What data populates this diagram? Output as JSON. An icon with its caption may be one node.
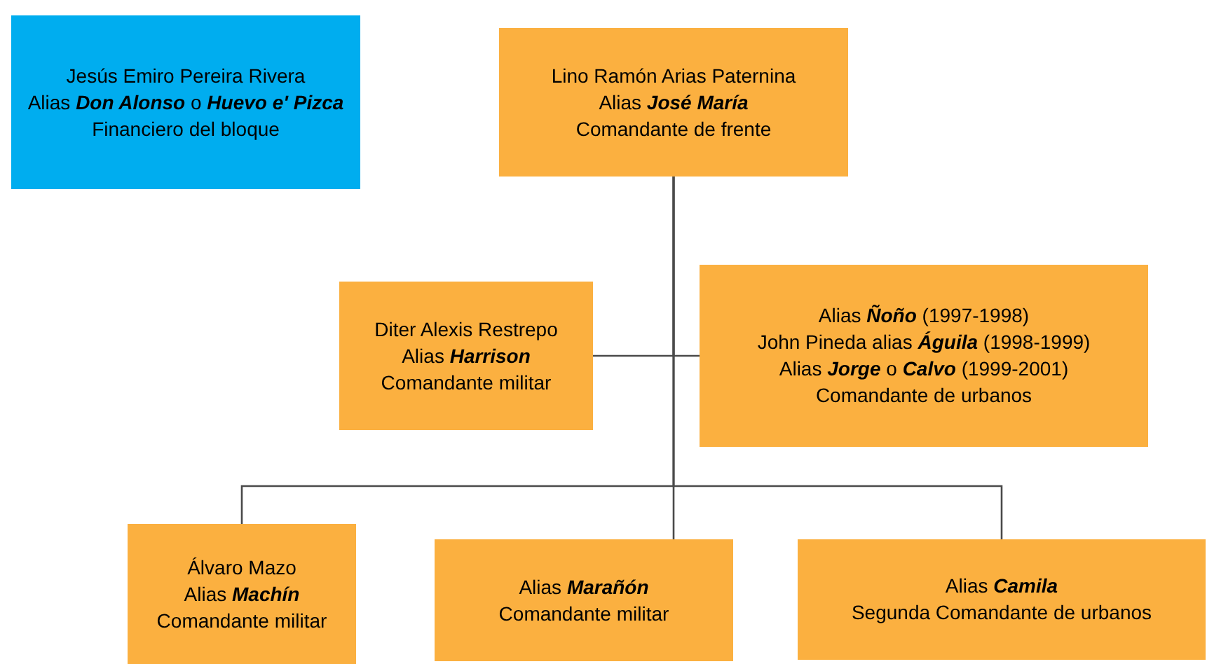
{
  "diagram": {
    "nodes": [
      {
        "text": [
          "Jesús Emiro Pereira Rivera",
          "Alias **Don Alonso** o **Huevo e' Pizca**",
          "Financiero del bloque"
        ]
      },
      {
        "text": [
          "Lino Ramón Arias Paternina",
          "Alias **José María**",
          "Comandante de frente"
        ]
      },
      {
        "text": [
          "Diter Alexis Restrepo",
          "Alias **Harrison**",
          "Comandante militar"
        ]
      },
      {
        "text": [
          "Alias **Ñoño** (1997-1998)",
          "John Pineda alias **Águila** (1998-1999)",
          "Alias **Jorge** o **Calvo** (1999-2001)",
          "Comandante de urbanos"
        ]
      },
      {
        "text": [
          "Álvaro Mazo",
          "Alias **Machín**",
          "Comandante militar"
        ]
      },
      {
        "text": [
          "Alias **Marañón**",
          "Comandante militar"
        ]
      },
      {
        "text": [
          "Alias **Camila**",
          "Segunda Comandante de urbanos"
        ]
      }
    ],
    "edges": [
      {
        "from": 1,
        "to": 2,
        "arrow": "none"
      },
      {
        "from": 1,
        "to": 3,
        "arrow": "none"
      },
      {
        "from": 1,
        "to": 4,
        "arrow": "none"
      },
      {
        "from": 1,
        "to": 5,
        "arrow": "none"
      },
      {
        "from": 1,
        "to": 6,
        "arrow": "none"
      }
    ]
  }
}
